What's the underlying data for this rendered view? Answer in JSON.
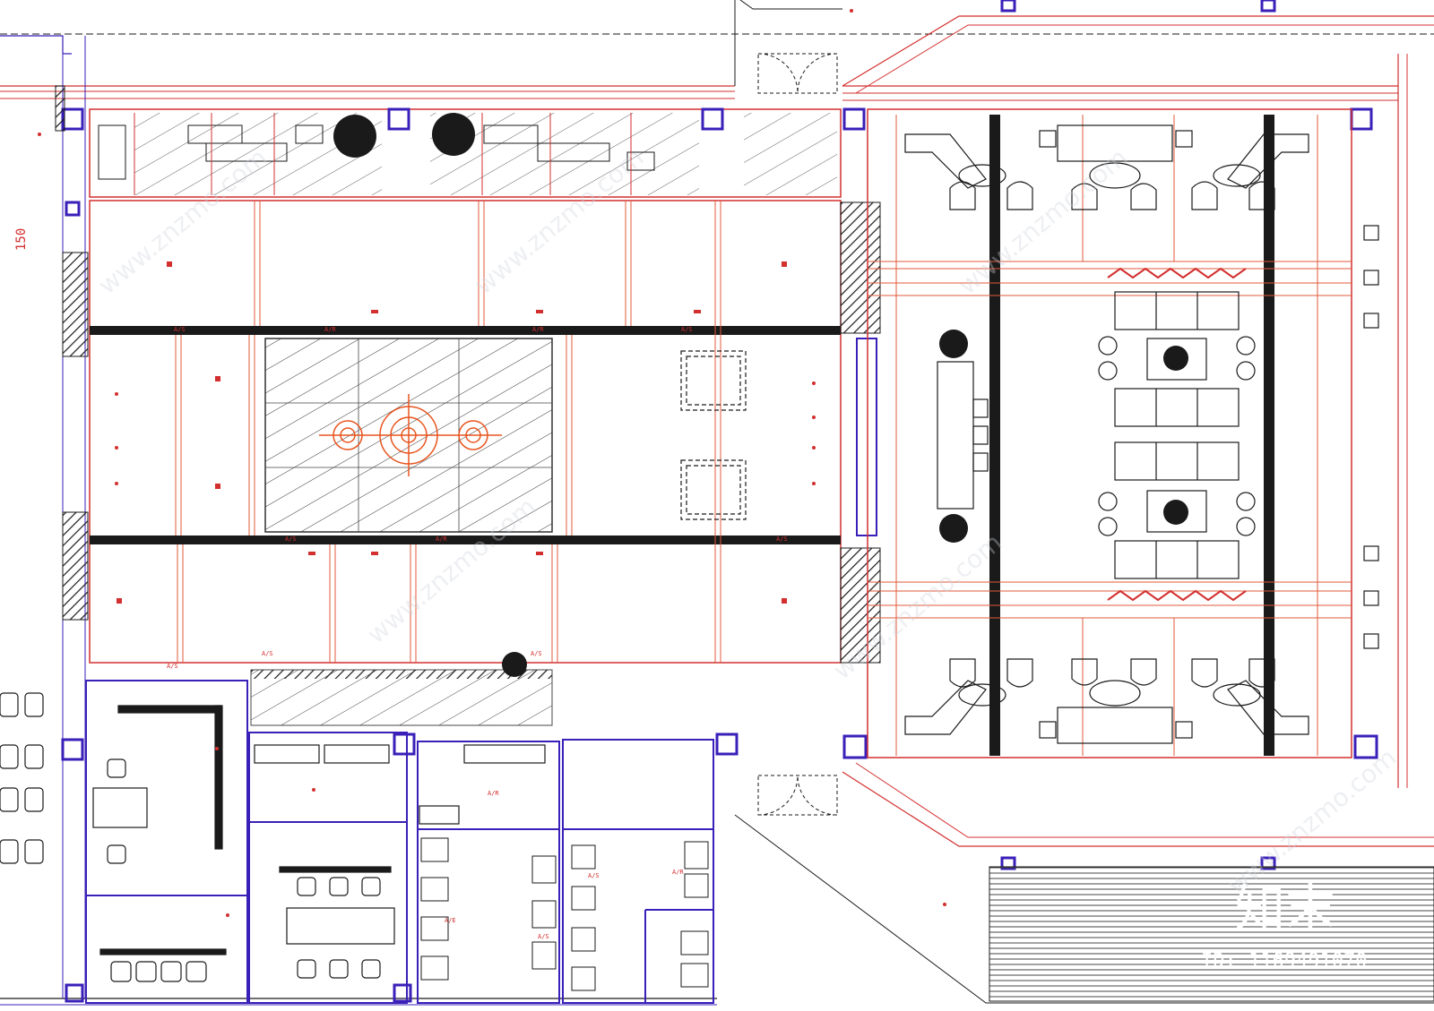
{
  "plan": {
    "colors": {
      "wall": "#d32f2f",
      "line": "#e05a3a",
      "column": "#3a1fb8",
      "frame": "#1a1a1a",
      "furniture": "#222222",
      "fixture": "#e8541e",
      "gray": "#7a7a7a"
    },
    "labels": {
      "ac_supply": "A/S",
      "ac_return": "A/R",
      "ac_return_alt": "A/E",
      "dimension": "150"
    }
  },
  "watermark": {
    "site": "www.znzmo.com",
    "brand": "知末",
    "id": "ID: 1169491070"
  }
}
